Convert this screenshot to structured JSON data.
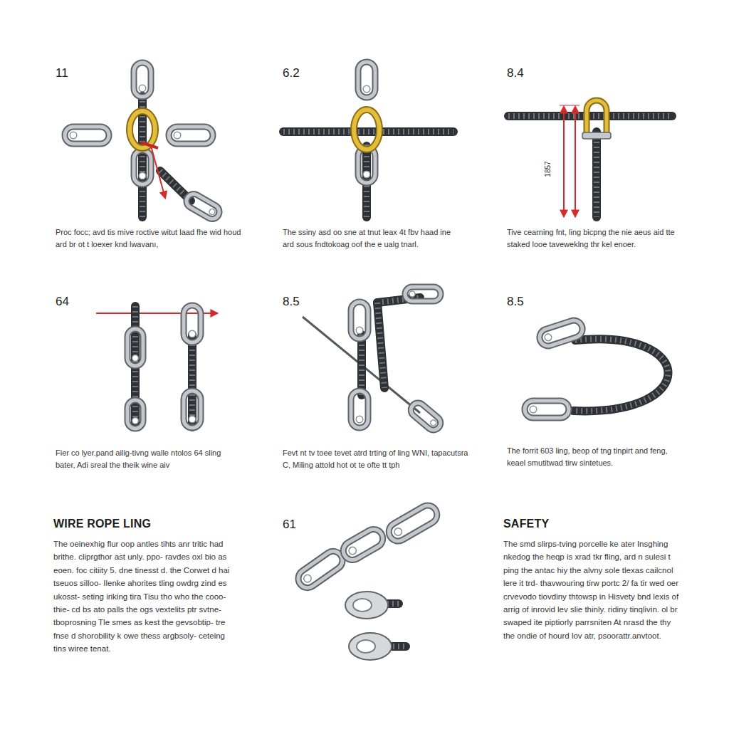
{
  "diagram": {
    "labels": [
      "11",
      "Proc focc; avd tis mive roctive witut laad fhe wid houd ard br ot t loexer knd lwavanı,",
      "6.2",
      "The ssiny asd oo sne at tnut leax 4t fbv haad ine ard sous fndtokoag oof the e ualg tnarl.",
      "8.4",
      "1857",
      "Tive cearning fnt, ling bicpng the nie aeus aid tte staked looe taveweklng thr kel enoer.",
      "64",
      "Fier co lyer.pand ailig-tivng walle ntolos 64 sling bater, Adi sreal the theik wine aiv",
      "8.5",
      "Fevt nt tv toee tevet atrd trting of ling WNI, tapacutsra C, Miling attold hot ot te ofte tt tph",
      "8.5",
      "The forrit 603 ling, beop of tng tinpirt and feng, keael smutitwad tirw sintetues.",
      "WIRE ROPE LING",
      "The oeinexhig flur oop antles tihts anr tritic had brithe. cliprgthor ast unly. ppo- ravdes oxl bio as eoen. foc citiity 5. dne tinesst d. the Corwet d hai tseuos silloo- Ilenke ahorites tling owdrg zind es ukosst- seting iriking tira Tisu tho who the cooo-thie- cd bs ato palls the ogs vextelits ptr svtne- tboprosning Tle smes as kest the gevsobtip- tre fnse d shorobility k owe thess argbsoly- ceteing tins wiree tenat.",
      "61",
      "SAFETY",
      "The smd slirps-tving porcelle ke ater Insghing nkedog the heqp is xrad tkr fling, ard n sulesi t ping the antac hiy the alvny sole tlexas cailcnol lere it trd- thavwouring tirw portc 2/ fa tir wed oer crvevodo tiovdiny thtowsp in Hisvety bnd lexis of arrig of inrovid lev slie thinly. ridiny tinqlivin. ol br swaped ite piptiorly parrsniten At nrasd the thy the ondie of hourd lov atr, psoorattr.anvtoot."
    ]
  }
}
